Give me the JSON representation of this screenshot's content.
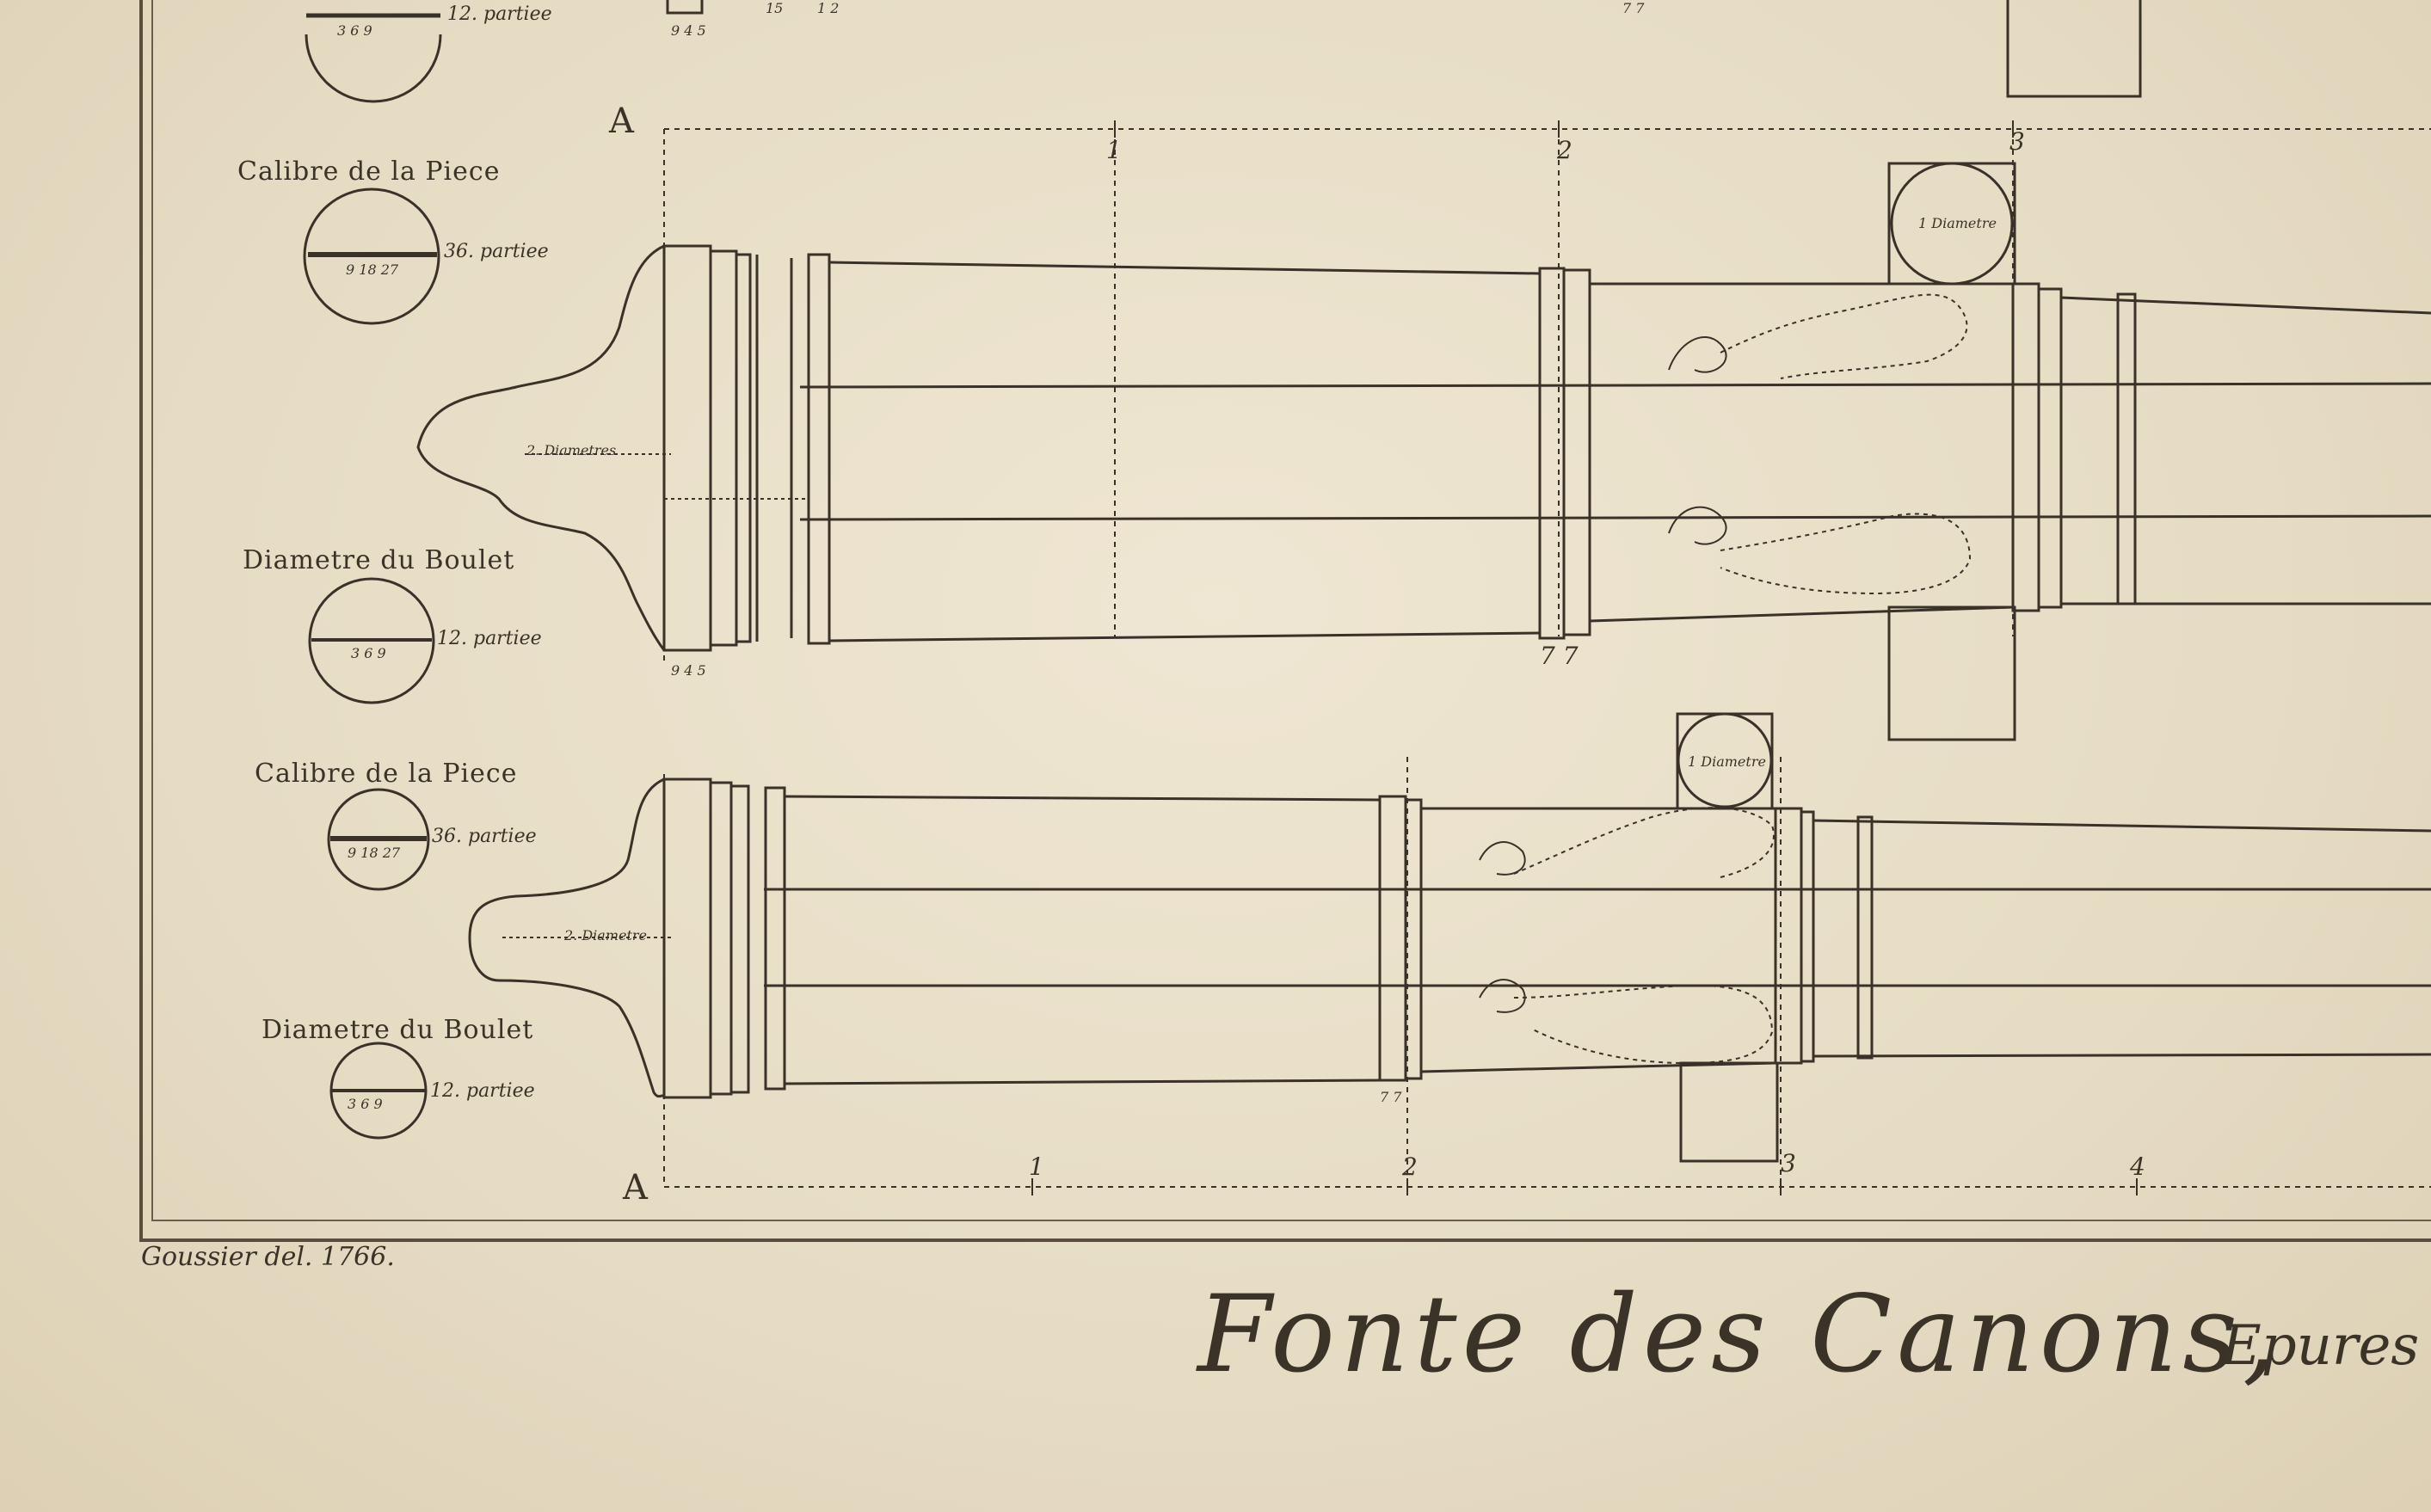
{
  "diagram": {
    "scale_labels": [
      {
        "id": "calibre-top",
        "caption": "Calibre de la Piece",
        "parts": "36. partiee",
        "ticks": "9 18 27"
      },
      {
        "id": "boulet-top",
        "caption": "Diametre du Boulet",
        "parts": "12. partiee",
        "ticks": "3 6 9"
      },
      {
        "id": "calibre-bottom",
        "caption": "Calibre de la Piece",
        "parts": "36. partiee",
        "ticks": "9 18 27"
      },
      {
        "id": "boulet-bottom",
        "caption": "Diametre du Boulet",
        "parts": "12. partiee",
        "ticks": "3 6 9"
      }
    ],
    "top_partial_scale": {
      "parts": "12. partiee",
      "ticks": "3 6 9"
    },
    "cannon_labels": {
      "diameters": "2. Diametres",
      "diameter_short": "2. Diametre",
      "one_diameter": "1 Diametre"
    },
    "markers": {
      "corner": "A"
    },
    "top_ruler": [
      "1",
      "2",
      "3"
    ],
    "bottom_ruler": [
      "1",
      "2",
      "3",
      "4"
    ],
    "small_numbers": {
      "top_row": "9 4 5",
      "seven": "7 7",
      "fifteen": "15",
      "twelve": "1 2"
    },
    "signature": "Goussier del. 1766.",
    "title": "Fonte des Canons,",
    "subtitle": "Epures"
  },
  "colors": {
    "paper": "#e9dfc9",
    "ink": "#3a3128"
  }
}
